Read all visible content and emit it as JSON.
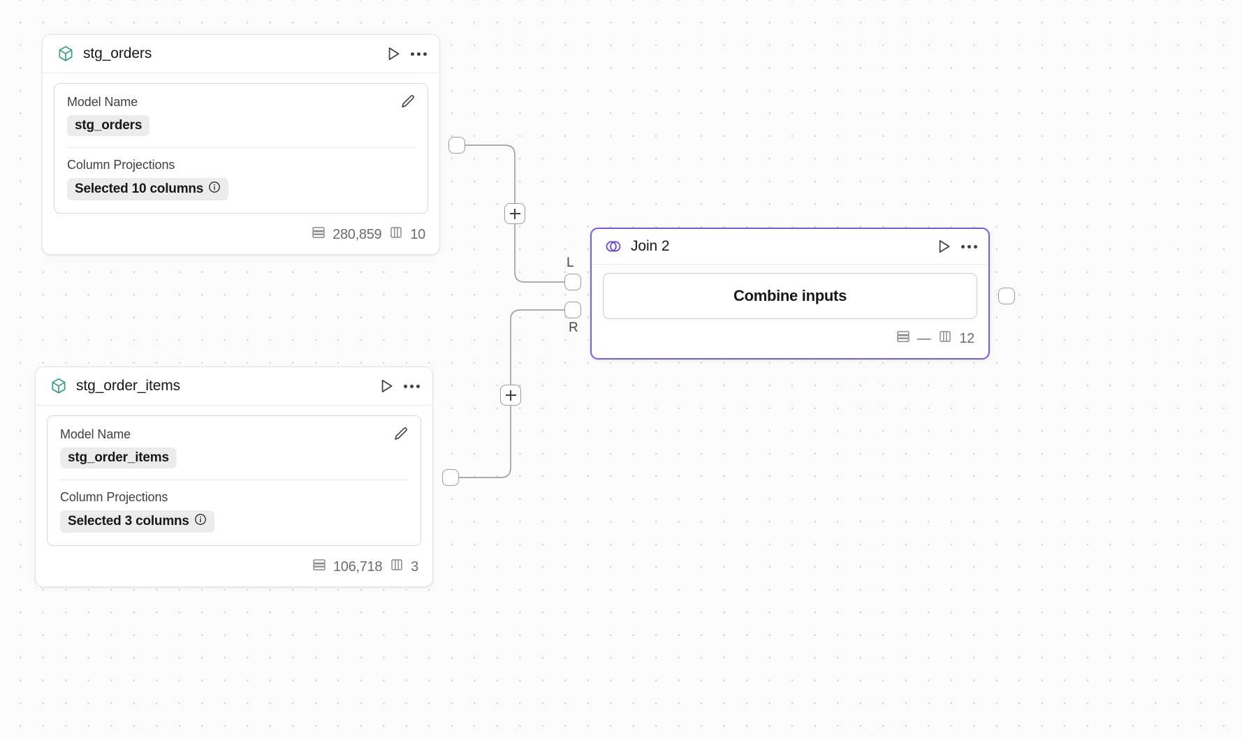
{
  "canvas": {
    "background": "#fbfbfb",
    "grid_dot_color": "#d4d4d8",
    "accent_color": "#6d5efc",
    "model_icon_color": "#2f9e6e"
  },
  "nodes": [
    {
      "id": "stg_orders",
      "type": "model",
      "title": "stg_orders",
      "icon": "cube-icon",
      "fields": [
        {
          "label": "Model Name",
          "value": "stg_orders",
          "has_info": false
        },
        {
          "label": "Column Projections",
          "value": "Selected 10 columns",
          "has_info": true
        }
      ],
      "footer": {
        "rows_label": "280,859",
        "columns_label": "10"
      },
      "actions": {
        "run": "run-icon",
        "more": "more-icon",
        "edit": "edit-pencil-icon"
      }
    },
    {
      "id": "stg_order_items",
      "type": "model",
      "title": "stg_order_items",
      "icon": "cube-icon",
      "fields": [
        {
          "label": "Model Name",
          "value": "stg_order_items",
          "has_info": false
        },
        {
          "label": "Column Projections",
          "value": "Selected 3 columns",
          "has_info": true
        }
      ],
      "footer": {
        "rows_label": "106,718",
        "columns_label": "3"
      },
      "actions": {
        "run": "run-icon",
        "more": "more-icon",
        "edit": "edit-pencil-icon"
      }
    },
    {
      "id": "join_2",
      "type": "join",
      "title": "Join 2",
      "icon": "join-venn-icon",
      "body_label": "Combine inputs",
      "input_ports": [
        {
          "key": "L",
          "label": "L"
        },
        {
          "key": "R",
          "label": "R"
        }
      ],
      "footer": {
        "rows_label": "—",
        "columns_label": "12"
      },
      "actions": {
        "run": "run-icon",
        "more": "more-icon"
      }
    }
  ],
  "edges": [
    {
      "from": "stg_orders",
      "to": "join_2.L",
      "add_button": "+"
    },
    {
      "from": "stg_order_items",
      "to": "join_2.R",
      "add_button": "+"
    }
  ],
  "labels": {
    "add_node": "+"
  }
}
